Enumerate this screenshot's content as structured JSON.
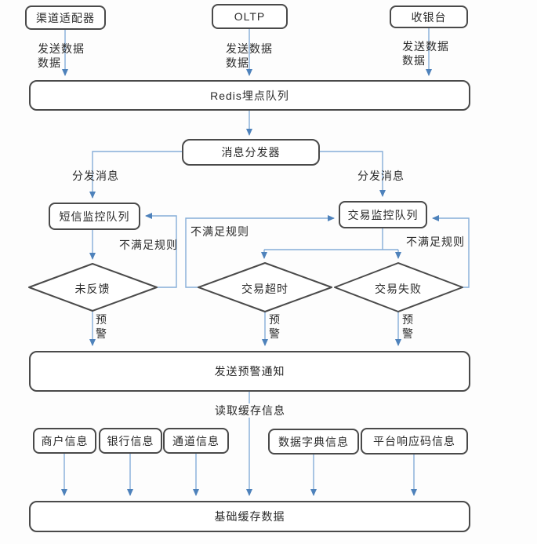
{
  "colors": {
    "arrow_line": "#85add8",
    "arrow_head": "#4e82bb",
    "node_border": "#4a4a4a",
    "text": "#2a2a2a"
  },
  "top_sources": [
    {
      "label": "渠道适配器"
    },
    {
      "label": "OLTP"
    },
    {
      "label": "收银台"
    }
  ],
  "nodes": {
    "redis_queue": "Redis埋点队列",
    "dispatcher": "消息分发器",
    "sms_monitor_queue": "短信监控队列",
    "trade_monitor_queue": "交易监控队列",
    "notify": "发送预警通知",
    "base_cache": "基础缓存数据"
  },
  "decisions": [
    {
      "label": "未反馈"
    },
    {
      "label": "交易超时"
    },
    {
      "label": "交易失败"
    }
  ],
  "cache_sources": [
    {
      "label": "商户信息"
    },
    {
      "label": "银行信息"
    },
    {
      "label": "通道信息"
    },
    {
      "label": "数据字典信息"
    },
    {
      "label": "平台响应码信息"
    }
  ],
  "edge_labels": {
    "send_data_line1": "发送数据",
    "send_data_line2": "数据",
    "dispatch": "分发消息",
    "rule_fail": "不满足规则",
    "alert_char1": "预",
    "alert_char2": "警",
    "read_cache": "读取缓存信息"
  }
}
